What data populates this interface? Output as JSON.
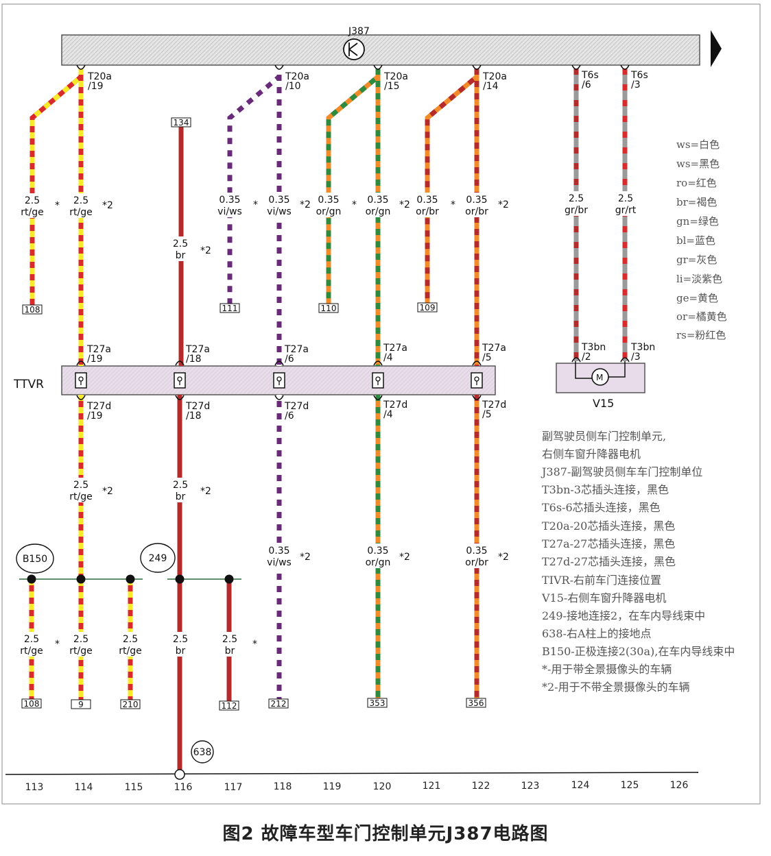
{
  "title": "图2 故障车型车门控制单元J387电路图",
  "modules": {
    "j387": "J387",
    "ttvr": "TTVR",
    "v15": "V15"
  },
  "connectors": {
    "c1": [
      "T20a",
      "/19"
    ],
    "c2": [
      "T20a",
      "/10"
    ],
    "c3": [
      "T20a",
      "/15"
    ],
    "c4": [
      "T20a",
      "/14"
    ],
    "c5": [
      "T6s",
      "/6"
    ],
    "c6": [
      "T6s",
      "/3"
    ],
    "t27a_1": [
      "T27a",
      "/19"
    ],
    "t27a_2": [
      "T27a",
      "/18"
    ],
    "t27a_3": [
      "T27a",
      "/6"
    ],
    "t27a_4": [
      "T27a",
      "/4"
    ],
    "t27a_5": [
      "T27a",
      "/5"
    ],
    "t27d_1": [
      "T27d",
      "/19"
    ],
    "t27d_2": [
      "T27d",
      "/18"
    ],
    "t27d_3": [
      "T27d",
      "/6"
    ],
    "t27d_4": [
      "T27d",
      "/4"
    ],
    "t27d_5": [
      "T27d",
      "/5"
    ],
    "t3bn_1": [
      "T3bn",
      "/2"
    ],
    "t3bn_2": [
      "T3bn",
      "/3"
    ]
  },
  "wire_labels": {
    "w1": [
      "2.5",
      "rt/ge"
    ],
    "w2": [
      "2.5",
      "rt/ge"
    ],
    "w3": [
      "2.5",
      "br"
    ],
    "w4": [
      "0.35",
      "vi/ws"
    ],
    "w5": [
      "0.35",
      "vi/ws"
    ],
    "w6": [
      "0.35",
      "or/gn"
    ],
    "w7": [
      "0.35",
      "or/gn"
    ],
    "w8": [
      "0.35",
      "or/br"
    ],
    "w9": [
      "0.35",
      "or/br"
    ],
    "w10": [
      "2.5",
      "gr/br"
    ],
    "w11": [
      "2.5",
      "gr/rt"
    ],
    "w12": [
      "2.5",
      "rt/ge"
    ],
    "w13": [
      "2.5",
      "br"
    ],
    "w14": [
      "0.35",
      "vi/ws"
    ],
    "w15": [
      "0.35",
      "or/gn"
    ],
    "w16": [
      "0.35",
      "or/br"
    ],
    "w17": [
      "2.5",
      "rt/ge"
    ],
    "w18": [
      "2.5",
      "rt/ge"
    ],
    "w19": [
      "2.5",
      "rt/ge"
    ],
    "w20": [
      "2.5",
      "br"
    ],
    "w21": [
      "2.5",
      "br"
    ]
  },
  "marks": {
    "star": "*",
    "star2": "*2"
  },
  "ref_boxes": {
    "r134": "134",
    "r108a": "108",
    "r111": "111",
    "r110": "110",
    "r109": "109",
    "r108b": "108",
    "r9": "9",
    "r210": "210",
    "r112": "112",
    "r212": "212",
    "r353": "353",
    "r356": "356"
  },
  "grounds": {
    "b150": "B150",
    "g249": "249",
    "g638": "638"
  },
  "legend": [
    "ws=白色",
    "ws=黑色",
    "ro=红色",
    "br=褐色",
    "gn=绿色",
    "bl=蓝色",
    "gr=灰色",
    "li=淡紫色",
    "ge=黄色",
    "or=橘黄色",
    "rs=粉红色"
  ],
  "notes": [
    "副驾驶员侧车门控制单元,",
    "右侧车窗升降器电机",
    "J387-副驾驶员侧车车门控制单位",
    "T3bn-3芯插头连接，黑色",
    "T6s-6芯插头连接，黑色",
    "T20a-20芯插头连接，黑色",
    "T27a-27芯插头连接，黑色",
    "T27d-27芯插头连接，黑色",
    "TIVR-右前车门连接位置",
    "V15-右侧车窗升降器电机",
    "249-接地连接2，在车内导线束中",
    "638-右A柱上的接地点",
    "B150-正极连接2(30a),在车内导线束中",
    "*-用于带全景摄像头的车辆",
    "*2-用于不带全景摄像头的车辆"
  ],
  "bottom_numbers": [
    "113",
    "114",
    "115",
    "116",
    "117",
    "118",
    "119",
    "120",
    "121",
    "122",
    "123",
    "124",
    "125",
    "126"
  ],
  "colors": {
    "rt": "#d92b2b",
    "ge": "#f7ea2a",
    "br": "#b52a2a",
    "vi": "#6a2a7a",
    "ws": "#ffffff",
    "or": "#f28c2a",
    "gn": "#2d8a3e",
    "gr": "#9a9a9a",
    "bar": "#e5e5e5",
    "ttvr": "#e9dcea",
    "frame": "#888888"
  }
}
